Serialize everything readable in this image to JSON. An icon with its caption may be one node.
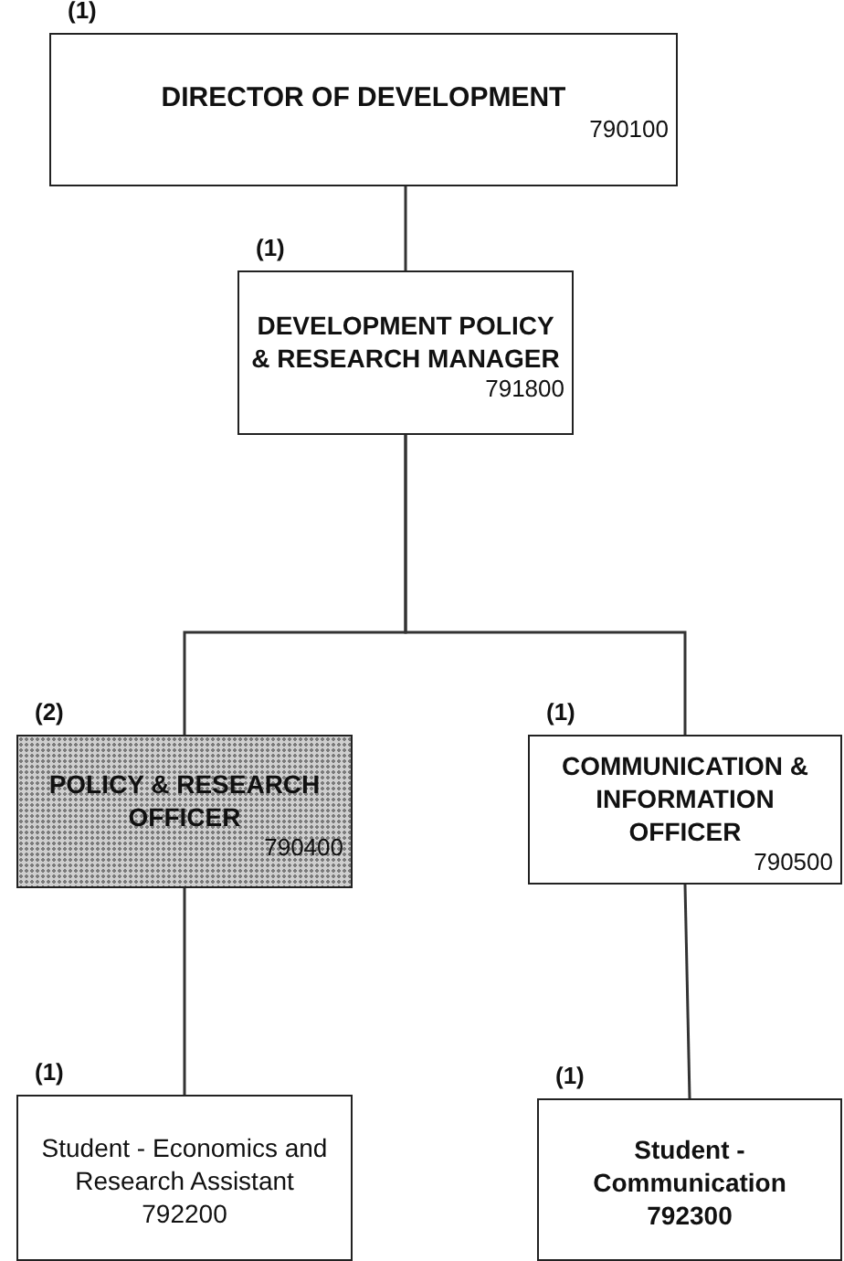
{
  "diagram": {
    "nodes": [
      {
        "text": [
          "DIRECTOR OF DEVELOPMENT",
          "790100"
        ],
        "beside": [
          "(1)"
        ]
      },
      {
        "text": [
          "DEVELOPMENT POLICY & RESEARCH MANAGER",
          "791800"
        ],
        "beside": [
          "(1)"
        ]
      },
      {
        "text": [
          "POLICY & RESEARCH OFFICER",
          "790400"
        ],
        "beside": [
          "(2)"
        ]
      },
      {
        "text": [
          "COMMUNICATION & INFORMATION OFFICER",
          "790500"
        ],
        "beside": [
          "(1)"
        ]
      },
      {
        "text": [
          "Student - Economics and Research Assistant",
          "792200"
        ],
        "beside": [
          "(1)"
        ]
      },
      {
        "text": [
          "Student - Communication",
          "792300"
        ],
        "beside": [
          "(1)"
        ]
      }
    ],
    "edges": [
      {
        "from": 0,
        "to": 1,
        "arrow": "none"
      },
      {
        "from": 1,
        "to": 2,
        "arrow": "none"
      },
      {
        "from": 1,
        "to": 3,
        "arrow": "none"
      },
      {
        "from": 2,
        "to": 4,
        "arrow": "none"
      },
      {
        "from": 3,
        "to": 5,
        "arrow": "none"
      }
    ]
  }
}
